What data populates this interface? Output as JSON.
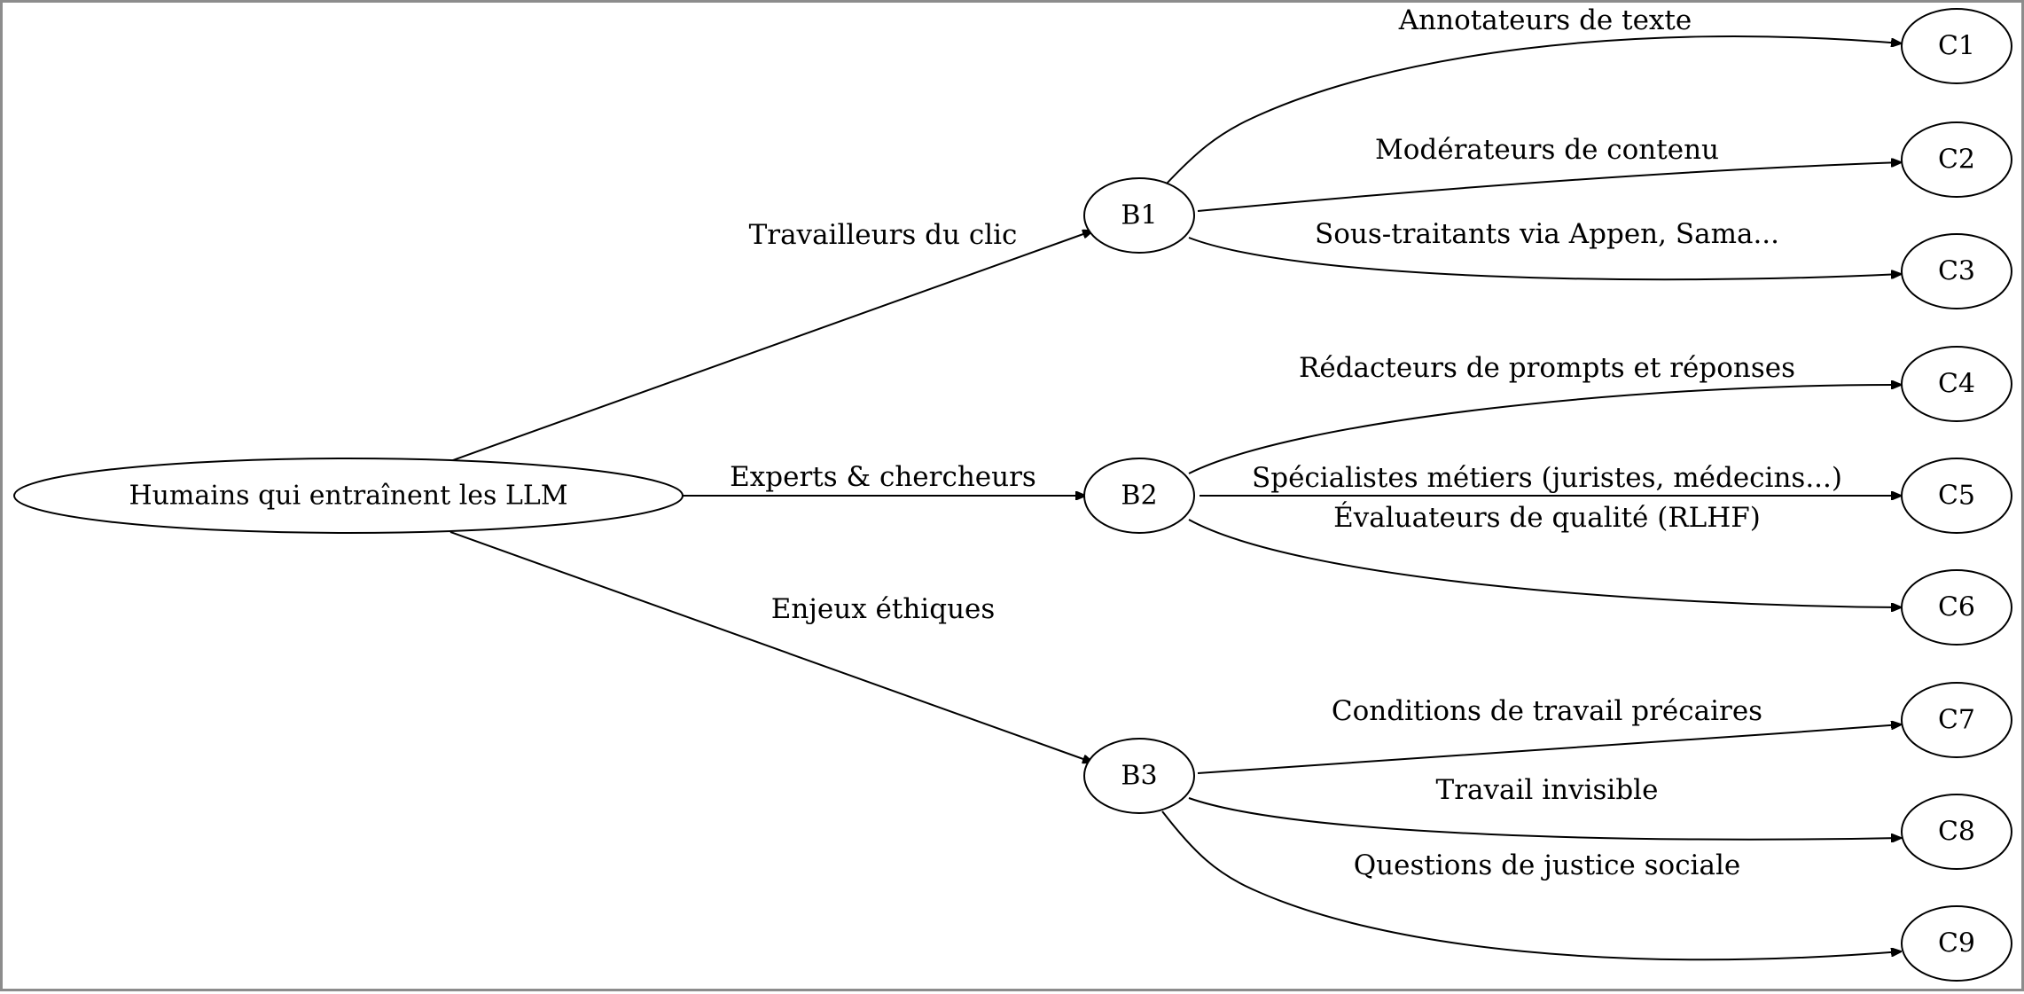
{
  "diagram": {
    "nodes": {
      "root": "Humains qui entraînent les LLM",
      "b1": "B1",
      "b2": "B2",
      "b3": "B3",
      "c1": "C1",
      "c2": "C2",
      "c3": "C3",
      "c4": "C4",
      "c5": "C5",
      "c6": "C6",
      "c7": "C7",
      "c8": "C8",
      "c9": "C9"
    },
    "edges": {
      "root_b1": "Travailleurs du clic",
      "root_b2": "Experts & chercheurs",
      "root_b3": "Enjeux éthiques",
      "b1_c1": "Annotateurs de texte",
      "b1_c2": "Modérateurs de contenu",
      "b1_c3": "Sous-traitants via Appen, Sama...",
      "b2_c4": "Rédacteurs de prompts et réponses",
      "b2_c5": "Spécialistes métiers (juristes, médecins...)",
      "b2_c6": "Évaluateurs de qualité (RLHF)",
      "b3_c7": "Conditions de travail précaires",
      "b3_c8": "Travail invisible",
      "b3_c9": "Questions de justice sociale"
    }
  }
}
